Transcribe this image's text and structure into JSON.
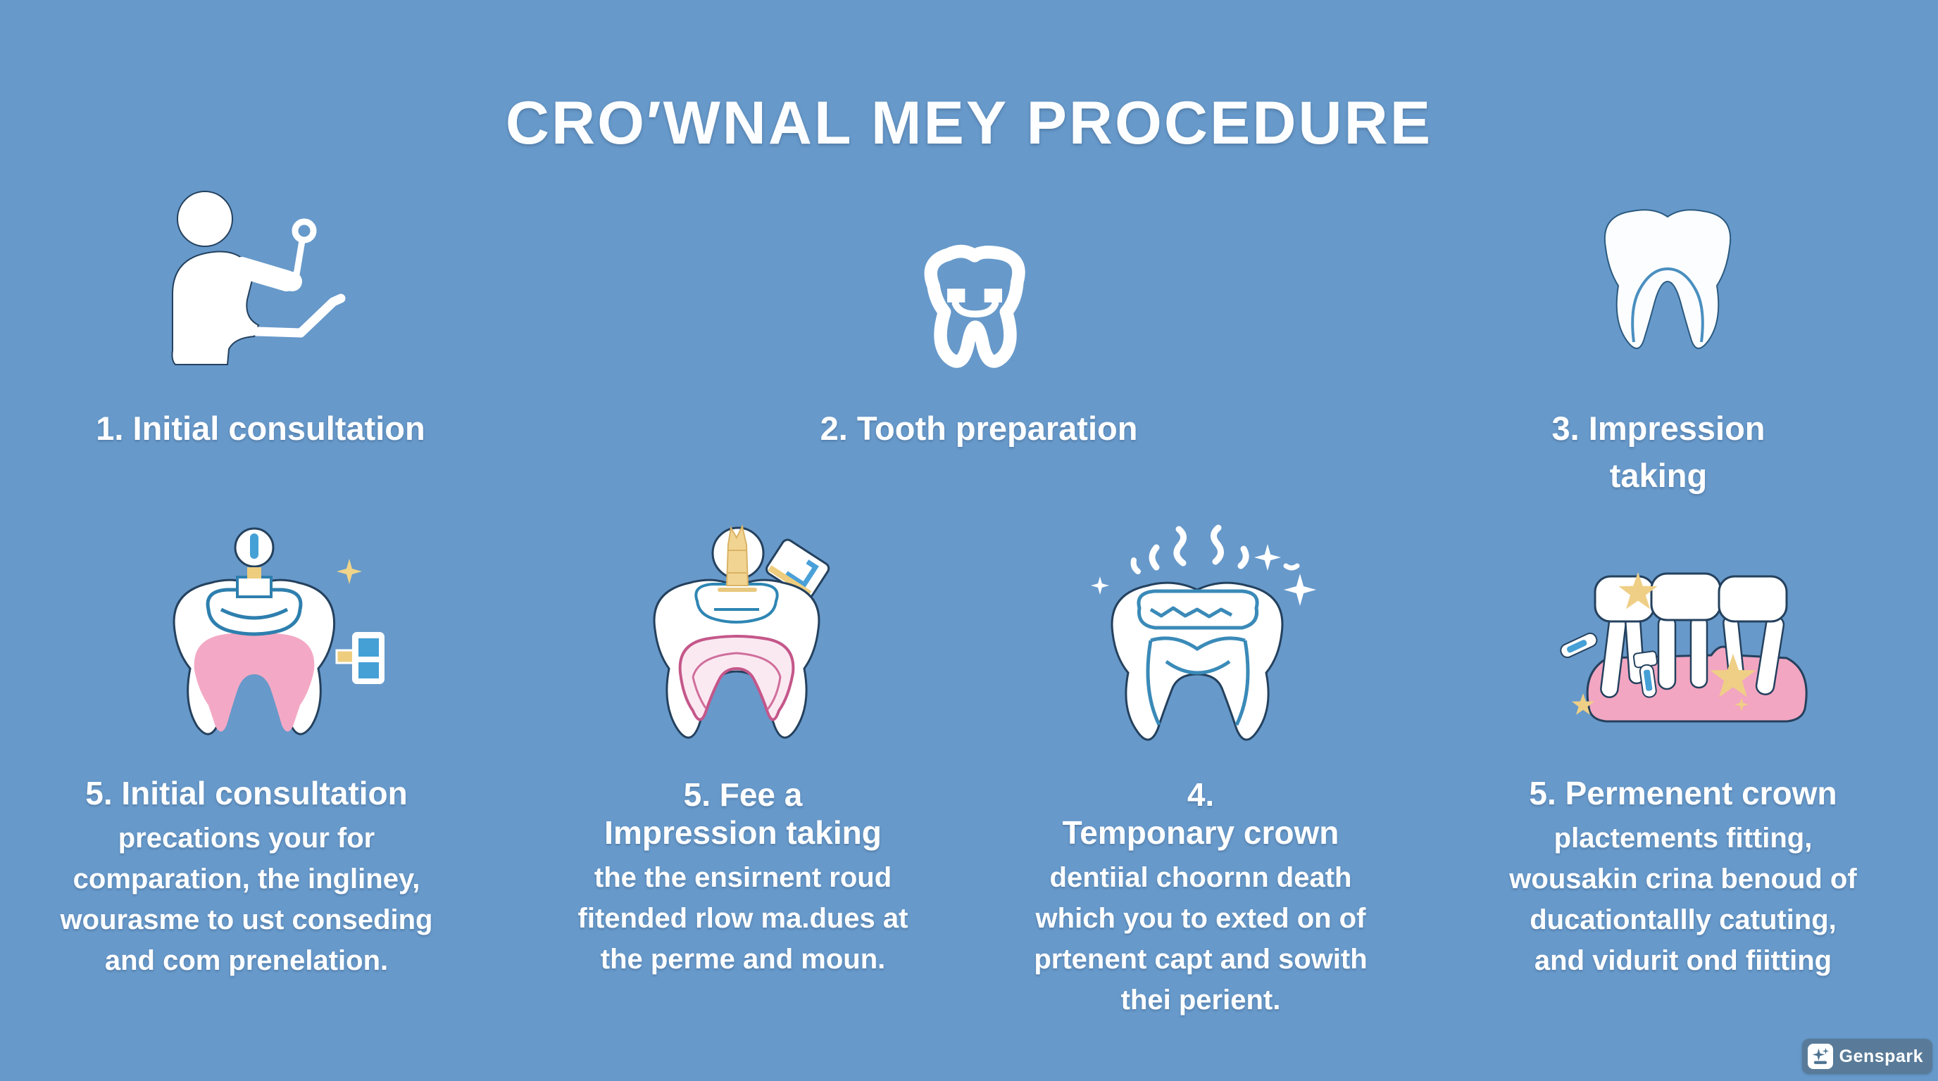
{
  "title": "CRO′WNAL MEY PROCEDURE",
  "colors": {
    "background": "#6799ca",
    "text": "#ffffff",
    "icon_outline": "#24415e",
    "pink_fill": "#f3a9c5",
    "pink_outline": "#c4578a",
    "blue_detail": "#45a0d6",
    "teal_outline": "#2e7fae",
    "yellow": "#eecd7e",
    "watermark_bg": "#597b99"
  },
  "row1": [
    {
      "icon": "dentist-icon",
      "label": "1. Initial consultation"
    },
    {
      "icon": "tooth-outline-face-icon",
      "label": "2. Tooth preparation"
    },
    {
      "icon": "tooth-solid-icon",
      "label": "3. Impression taking"
    }
  ],
  "row2": [
    {
      "icon": "tooth-filling-pink-pulp-icon",
      "heading": "5. Initial consultation",
      "body": [
        "precations your for",
        "comparation, the ingliney,",
        "wourasme to ust conseding",
        "and com prenelation."
      ]
    },
    {
      "icon": "tooth-candle-drill-icon",
      "heading": "5. Fee a\nImpression taking",
      "body": [
        "the the ensirnent roud",
        "fitended rlow ma.dues at",
        "the perme and moun."
      ]
    },
    {
      "icon": "tooth-steam-sparkle-icon",
      "heading": "4.\nTemponary crown",
      "body": [
        "dentiial choornn death",
        "which you to exted on of",
        "prtenent capt and sowith",
        "thei perient."
      ]
    },
    {
      "icon": "dental-bridge-gum-icon",
      "heading": "5. Permenent crown",
      "body": [
        "plactements fitting,",
        "wousakin crina benoud of",
        "ducationtallly catuting,",
        "and vidurit ond fiitting"
      ]
    }
  ],
  "watermark": {
    "label": "Genspark",
    "icon": "genspark-sparkle-icon"
  }
}
